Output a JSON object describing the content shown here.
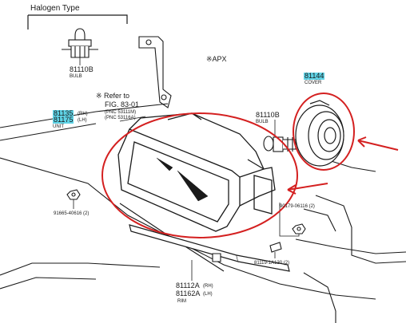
{
  "header": {
    "title": "Halogen Type"
  },
  "apx_note": "※APX",
  "refer_note": {
    "line1": "※ Refer to",
    "line2": "FIG. 83-01",
    "sub1": "(PNC 53111M)",
    "sub2": "(PNC 53116A)"
  },
  "parts": {
    "bulb_left": {
      "number": "81110B",
      "name": "BULB"
    },
    "bulb_right": {
      "number": "81110B",
      "name": "BULB"
    },
    "cover": {
      "number": "81144",
      "name": "COVER"
    },
    "unit": {
      "number_rh": "81135",
      "tag_rh": "(RH)",
      "number_lh": "81175",
      "tag_lh": "(LH)",
      "name": "UNIT"
    },
    "nut_left": {
      "number": "91665-40616 (2)"
    },
    "nut_right": {
      "number": "90179-06116 (2)"
    },
    "screw": {
      "number": "81119-1A130 (2)"
    },
    "rim": {
      "number_rh": "81112A",
      "tag_rh": "(RH)",
      "number_lh": "81162A",
      "tag_lh": "(LH)",
      "name": "RIM"
    }
  },
  "colors": {
    "highlight": "#5fd3e6",
    "annotation": "#d42020",
    "ink": "#1a1a1a"
  }
}
